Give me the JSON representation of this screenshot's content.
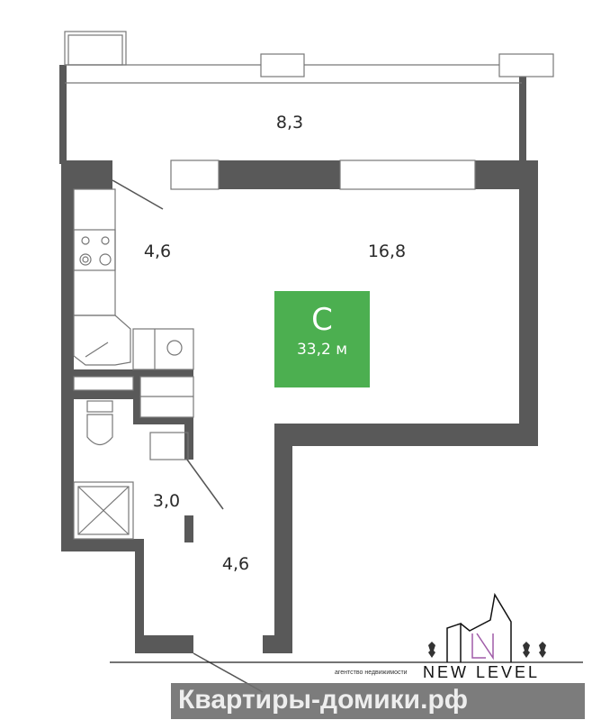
{
  "rooms": {
    "balcony_area": "8,3",
    "kitchen_area": "4,6",
    "living_area": "16,8",
    "bathroom_area": "3,0",
    "hall_area": "4,6"
  },
  "badge": {
    "type": "С",
    "total_area": "33,2 м",
    "color": "#4caf50"
  },
  "logo": {
    "name": "NEW LEVEL",
    "subtitle": "агентство недвижимости",
    "accent": "#a05ca8"
  },
  "watermark": {
    "text": "Квартиры-домики.рф"
  }
}
